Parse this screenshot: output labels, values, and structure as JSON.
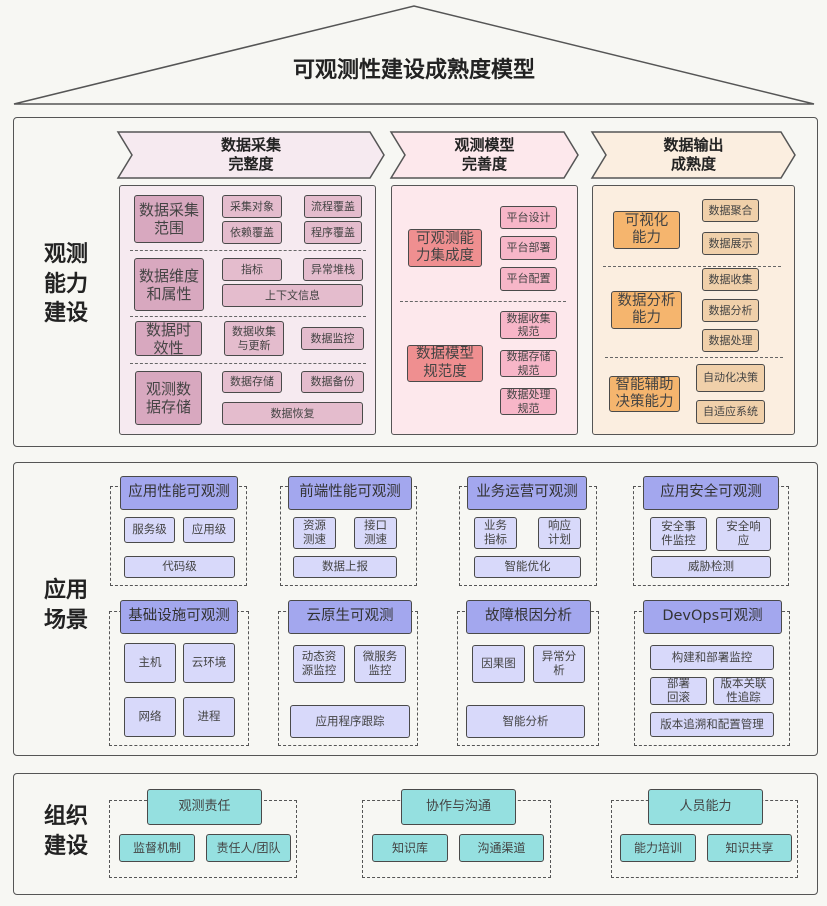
{
  "title": "可观测性建设成熟度模型",
  "colors": {
    "background": "#f7f7f3",
    "col1": "#f6eaf0",
    "col2": "#fde8ec",
    "col3": "#fbeee0",
    "scenario_header": "#a3a7ee",
    "scenario_item": "#d8d9fa",
    "org": "#95e0e0"
  },
  "capability": {
    "label": "观测\n能力\n建设",
    "columns": [
      {
        "header": "数据采集\n完整度",
        "groups": [
          {
            "name": "数据采集\n范围",
            "items": [
              "采集对象",
              "依赖覆盖",
              "流程覆盖",
              "程序覆盖"
            ]
          },
          {
            "name": "数据维度\n和属性",
            "items": [
              "指标",
              "异常堆栈",
              "上下文信息"
            ]
          },
          {
            "name": "数据时\n效性",
            "items": [
              "数据收集\n与更新",
              "数据监控"
            ]
          },
          {
            "name": "观测数\n据存储",
            "items": [
              "数据存储",
              "数据备份",
              "数据恢复"
            ]
          }
        ]
      },
      {
        "header": "观测模型\n完善度",
        "groups": [
          {
            "name": "可观测能\n力集成度",
            "items": [
              "平台设计",
              "平台部署",
              "平台配置"
            ]
          },
          {
            "name": "数据模型\n规范度",
            "items": [
              "数据收集\n规范",
              "数据存储\n规范",
              "数据处理\n规范"
            ]
          }
        ]
      },
      {
        "header": "数据输出\n成熟度",
        "groups": [
          {
            "name": "可视化\n能力",
            "items": [
              "数据聚合",
              "数据展示"
            ]
          },
          {
            "name": "数据分析\n能力",
            "items": [
              "数据收集",
              "数据分析",
              "数据处理"
            ]
          },
          {
            "name": "智能辅助\n决策能力",
            "items": [
              "自动化决策",
              "自适应系统"
            ]
          }
        ]
      }
    ]
  },
  "scenarios": {
    "label": "应用\n场景",
    "groups": [
      {
        "header": "应用性能可观测",
        "items": [
          "服务级",
          "应用级",
          "代码级"
        ]
      },
      {
        "header": "前端性能可观测",
        "items": [
          "资源\n测速",
          "接口\n测速",
          "数据上报"
        ]
      },
      {
        "header": "业务运营可观测",
        "items": [
          "业务\n指标",
          "响应\n计划",
          "智能优化"
        ]
      },
      {
        "header": "应用安全可观测",
        "items": [
          "安全事\n件监控",
          "安全响\n应",
          "威胁检测"
        ]
      },
      {
        "header": "基础设施可观测",
        "items": [
          "主机",
          "云环境",
          "网络",
          "进程"
        ]
      },
      {
        "header": "云原生可观测",
        "items": [
          "动态资\n源监控",
          "微服务\n监控",
          "应用程序跟踪"
        ]
      },
      {
        "header": "故障根因分析",
        "items": [
          "因果图",
          "异常分\n析",
          "智能分析"
        ]
      },
      {
        "header": "DevOps可观测",
        "items": [
          "构建和部署监控",
          "部署\n回滚",
          "版本关联\n性追踪",
          "版本追溯和配置管理"
        ]
      }
    ]
  },
  "organization": {
    "label": "组织\n建设",
    "groups": [
      {
        "header": "观测责任",
        "items": [
          "监督机制",
          "责任人/团队"
        ]
      },
      {
        "header": "协作与沟通",
        "items": [
          "知识库",
          "沟通渠道"
        ]
      },
      {
        "header": "人员能力",
        "items": [
          "能力培训",
          "知识共享"
        ]
      }
    ]
  }
}
